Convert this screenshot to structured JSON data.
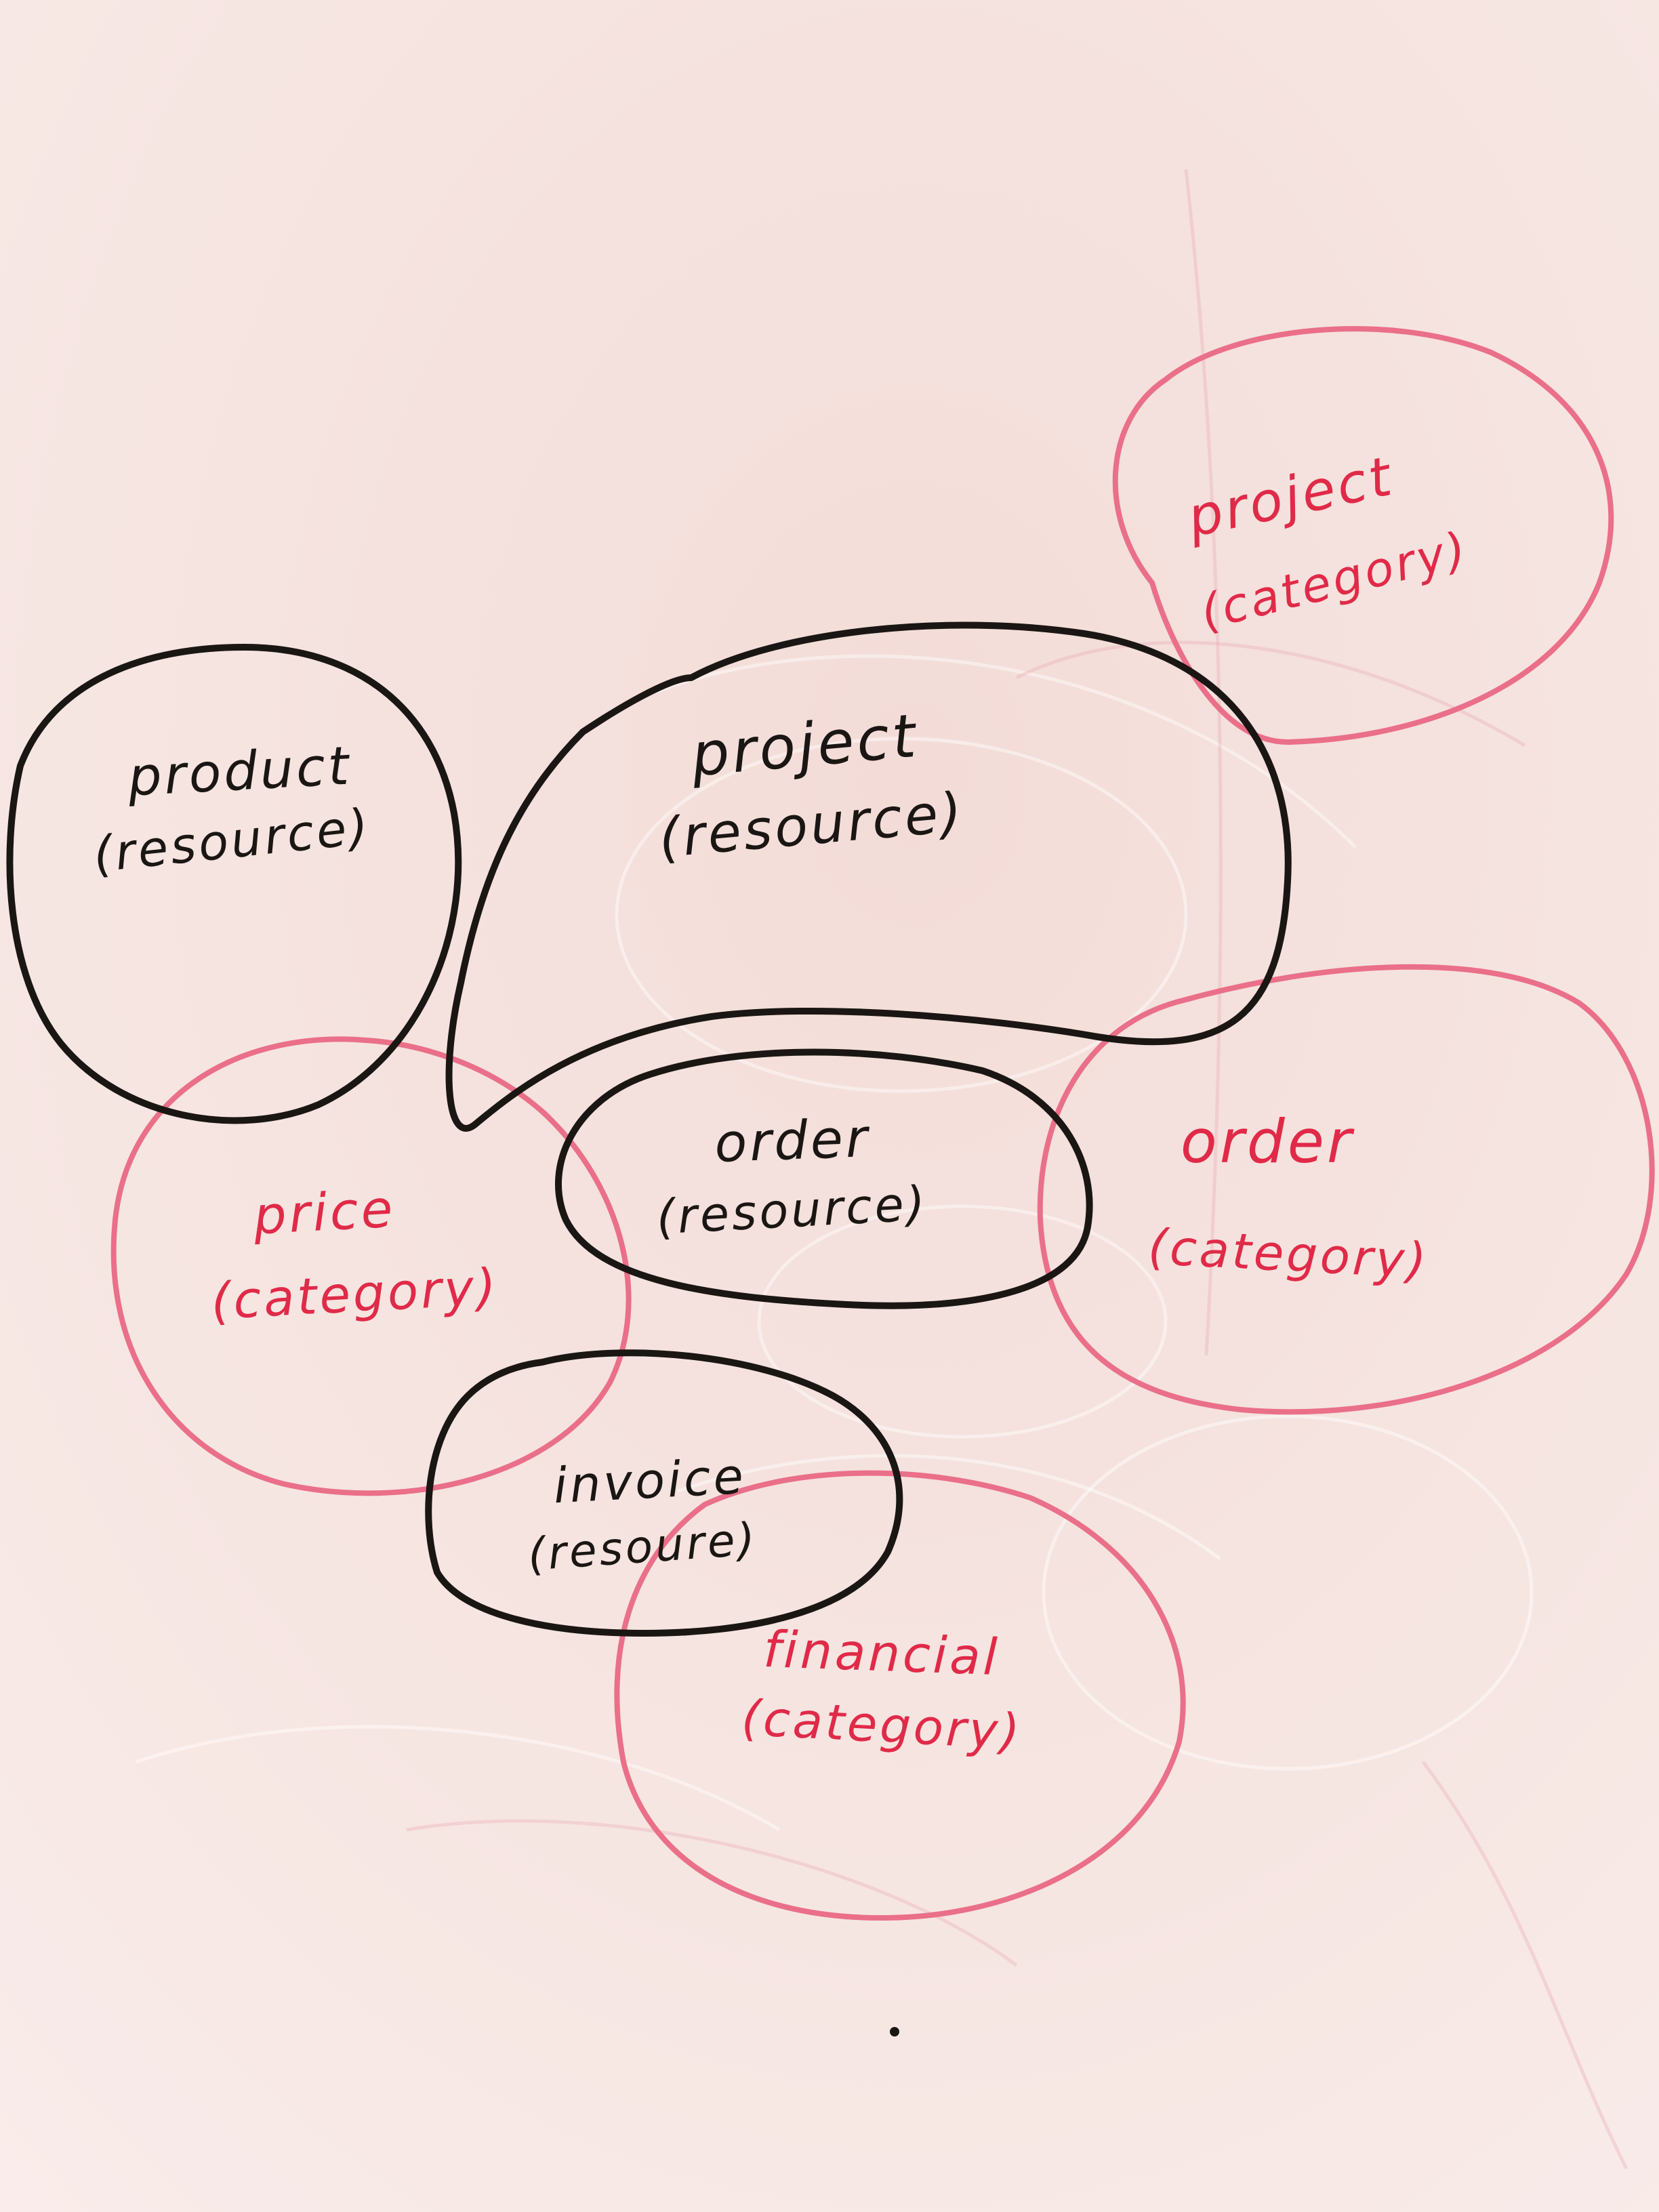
{
  "diagram": {
    "colors": {
      "board": "#f5e3df",
      "resource_ink": "#1a1613",
      "category_ink": "#e02a48",
      "category_outline": "#ea6f88"
    },
    "resources": [
      {
        "id": "product",
        "line1": "product",
        "line2": "(resource)"
      },
      {
        "id": "project",
        "line1": "project",
        "line2": "(resource)"
      },
      {
        "id": "order",
        "line1": "order",
        "line2": "(resource)"
      },
      {
        "id": "invoice",
        "line1": "invoice",
        "line2": "(resoure)"
      }
    ],
    "categories": [
      {
        "id": "project",
        "line1": "project",
        "line2": "(category)"
      },
      {
        "id": "price",
        "line1": "price",
        "line2": "(category)"
      },
      {
        "id": "order",
        "line1": "order",
        "line2": "(category)"
      },
      {
        "id": "financial",
        "line1": "financial",
        "line2": "(category)"
      }
    ]
  }
}
